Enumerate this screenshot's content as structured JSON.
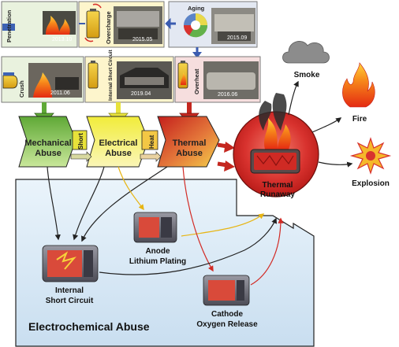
{
  "abuse_photos": [
    {
      "label": "Penetration",
      "date": "2013.10"
    },
    {
      "label": "Overcharge",
      "date": "2015.05"
    },
    {
      "label": "Aging",
      "date": "2015.09"
    },
    {
      "label": "Crush",
      "date": "2011.06"
    },
    {
      "label": "Internal Short Circuit",
      "date": "2019.04"
    },
    {
      "label": "Overheat",
      "date": "2016.06"
    }
  ],
  "abuse_types": {
    "mechanical": [
      "Mechanical",
      "Abuse"
    ],
    "electrical": [
      "Electrical",
      "Abuse"
    ],
    "thermal": [
      "Thermal",
      "Abuse"
    ]
  },
  "connectors": {
    "short": "Short",
    "heat": "Heat"
  },
  "thermal_runaway": [
    "Thermal",
    "Runaway"
  ],
  "outcomes": {
    "smoke": "Smoke",
    "fire": "Fire",
    "explosion": "Explosion"
  },
  "electrochemical": {
    "title": "Electrochemical Abuse",
    "anode": [
      "Anode",
      "Lithium Plating"
    ],
    "internal_short": [
      "Internal",
      "Short Circuit"
    ],
    "cathode": [
      "Cathode",
      "Oxygen Release"
    ]
  },
  "colors": {
    "mechanical": "#7cbd4a",
    "electrical": "#e9e64a",
    "thermal": "#d2372f",
    "panel": "#d7e9f5",
    "runaway": "#d63a36"
  }
}
